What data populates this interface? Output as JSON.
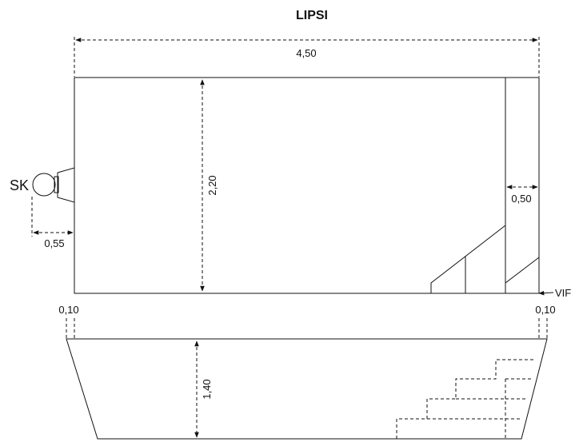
{
  "title": "LIPSI",
  "dimensions": {
    "length": "4,50",
    "width": "2,20",
    "depth": "1,40",
    "step_width": "0,50",
    "skimmer_offset": "0,55",
    "wall_left": "0,10",
    "wall_right": "0,10"
  },
  "labels": {
    "skimmer": "SK",
    "vif": "VIF"
  }
}
